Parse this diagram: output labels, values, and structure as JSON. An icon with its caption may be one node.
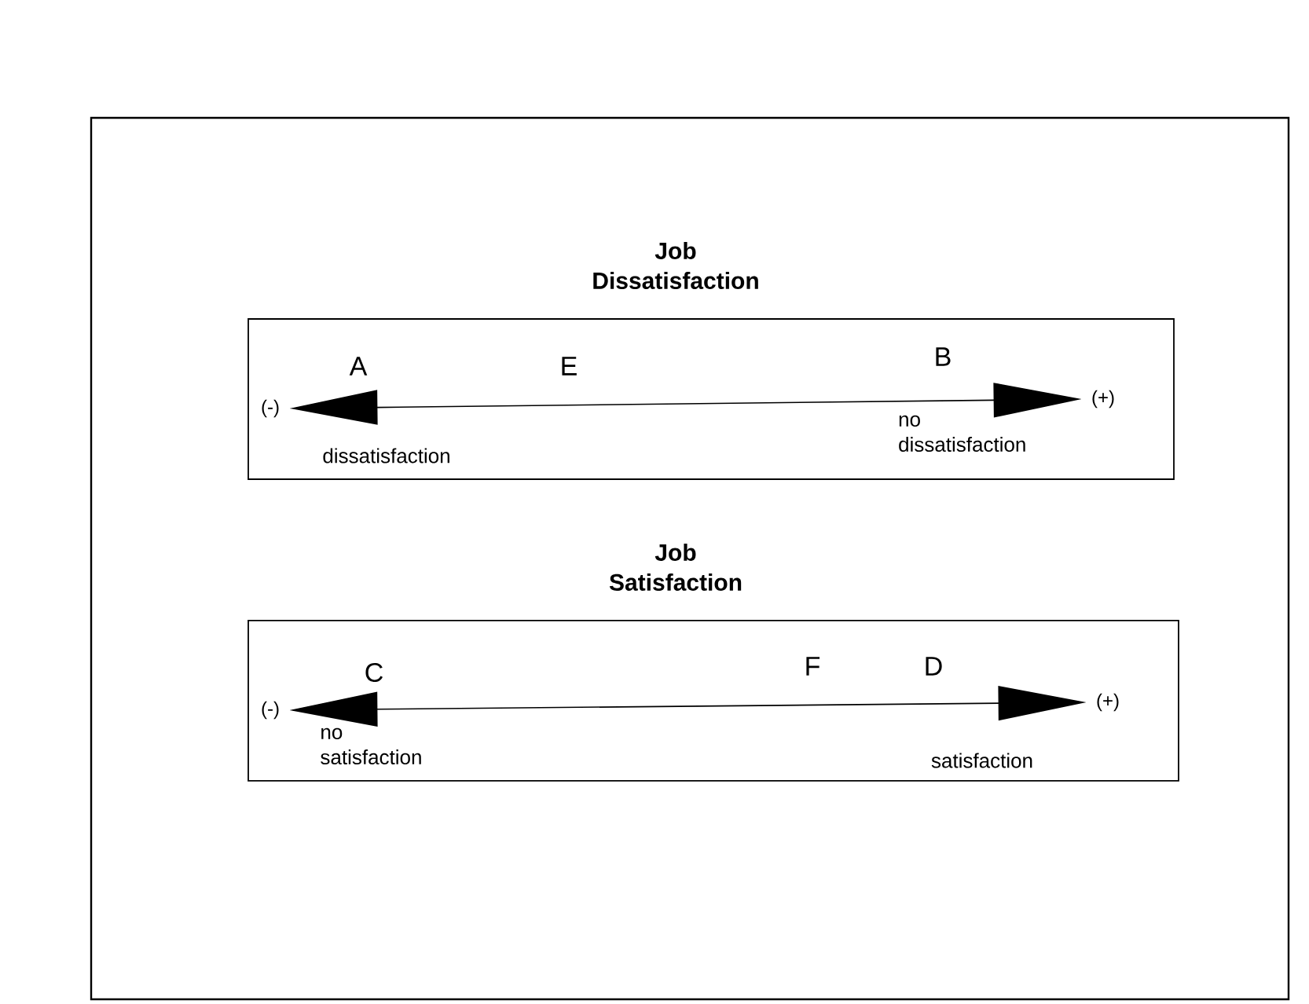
{
  "diagram": {
    "nodes": [
      {
        "text": [],
        "shape": "box"
      },
      {
        "text": [
          "Job Dissatisfaction"
        ],
        "in": 0
      },
      {
        "text": [
          "(-)"
        ],
        "in": 1
      },
      {
        "text": [
          "(+)"
        ],
        "in": 1
      },
      {
        "text": [
          "Job Satisfaction"
        ],
        "in": 0
      },
      {
        "text": [
          "(-)"
        ],
        "in": 4
      },
      {
        "text": [
          "(+)"
        ],
        "in": 4
      }
    ],
    "edges": [
      {
        "from": 2,
        "to": 3,
        "arrow": "both"
      },
      {
        "from": 5,
        "to": 6,
        "arrow": "both"
      }
    ],
    "labels": [
      "A",
      "E",
      "B",
      "dissatisfaction",
      "no dissatisfaction",
      "C",
      "F",
      "D",
      "no satisfaction",
      "satisfaction"
    ]
  }
}
